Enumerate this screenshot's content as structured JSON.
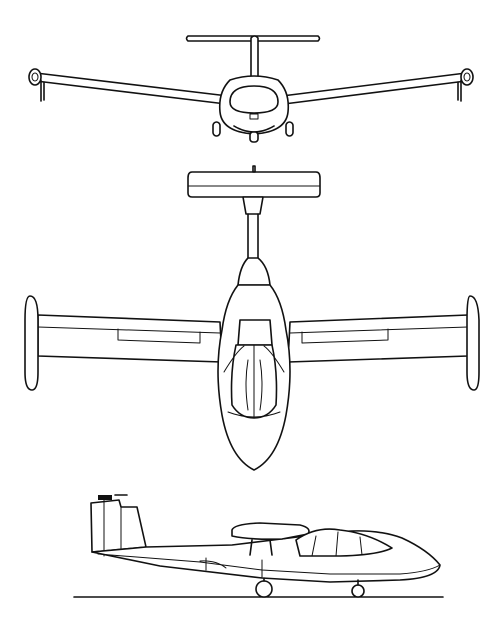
{
  "figure": {
    "views": [
      "front",
      "top",
      "side"
    ],
    "line_color": "#111111",
    "background_color": "#ffffff"
  }
}
